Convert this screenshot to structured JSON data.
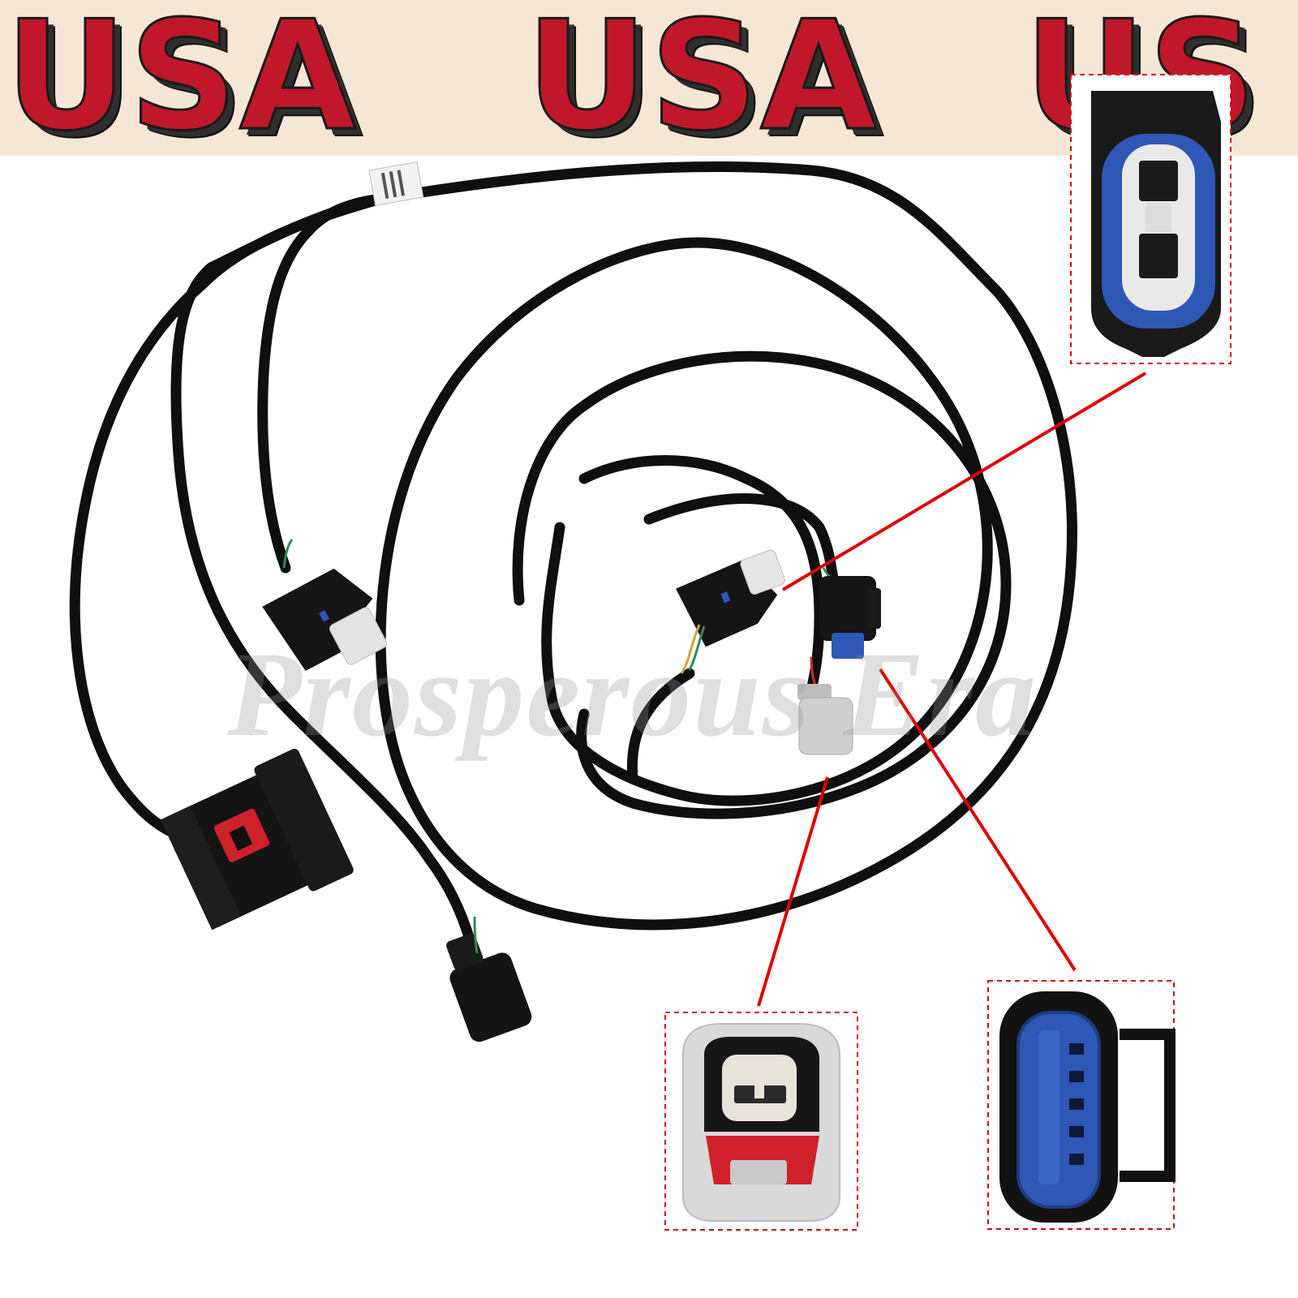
{
  "banner": {
    "words": [
      "USA",
      "USA",
      "US"
    ],
    "colors": {
      "background": "#f6e6d6",
      "stripe_red": "#c0182a",
      "star_blue": "#1c3f8c",
      "shadow": "#2f2f2f"
    }
  },
  "watermark": {
    "text": "Prosperous Era"
  },
  "product": {
    "colors": {
      "cable": "#0f0f0f",
      "callout_line": "#e00000",
      "blue_insert": "#2f57b5",
      "gray_housing": "#d4d4d4",
      "red_lock": "#d0202b"
    }
  }
}
